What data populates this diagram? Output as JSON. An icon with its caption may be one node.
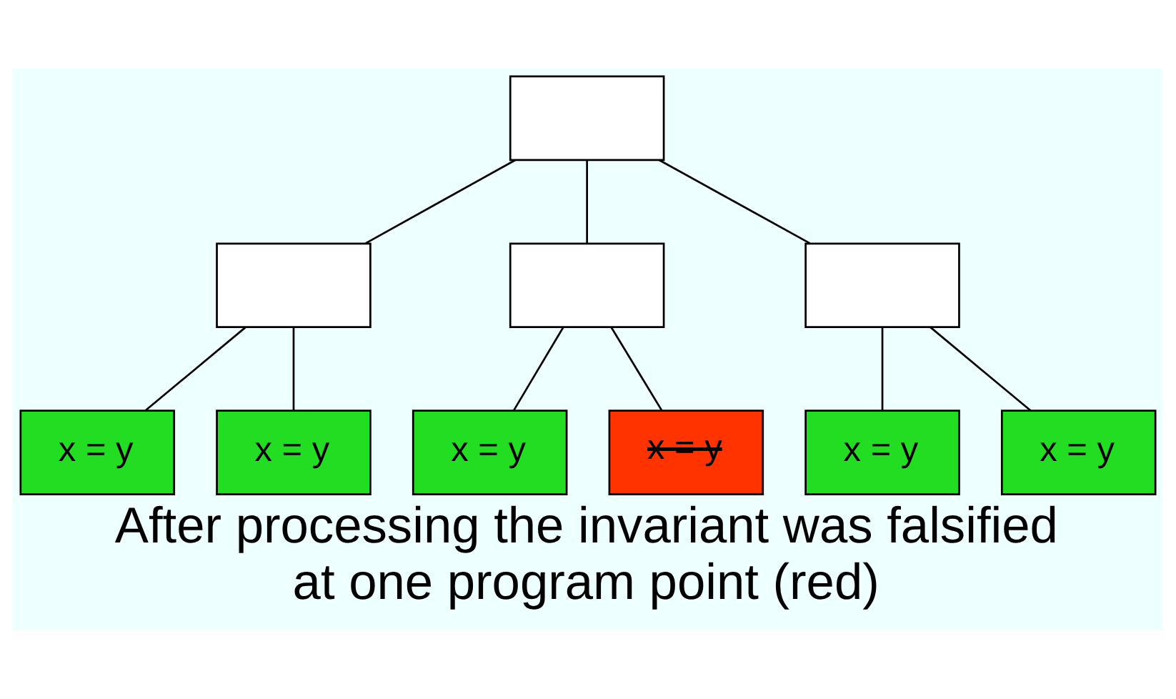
{
  "diagram": {
    "caption": "After processing the invariant was falsified at one program point (red)",
    "nodes": [
      {
        "text": [],
        "shape": "box"
      },
      {
        "text": [],
        "shape": "box"
      },
      {
        "text": [],
        "shape": "box"
      },
      {
        "text": [],
        "shape": "box"
      },
      {
        "text": [
          "x = y"
        ]
      },
      {
        "text": [
          "x = y"
        ]
      },
      {
        "text": [
          "x = y"
        ]
      },
      {
        "text": [
          "x = y"
        ]
      },
      {
        "text": [
          "x = y"
        ]
      },
      {
        "text": [
          "x = y"
        ]
      }
    ],
    "edges": [
      {
        "from": 0,
        "to": 1,
        "arrow": "none"
      },
      {
        "from": 0,
        "to": 2,
        "arrow": "none"
      },
      {
        "from": 0,
        "to": 3,
        "arrow": "none"
      },
      {
        "from": 1,
        "to": 4,
        "arrow": "none"
      },
      {
        "from": 1,
        "to": 5,
        "arrow": "none"
      },
      {
        "from": 2,
        "to": 6,
        "arrow": "none"
      },
      {
        "from": 2,
        "to": 7,
        "arrow": "none"
      },
      {
        "from": 3,
        "to": 8,
        "arrow": "none"
      },
      {
        "from": 3,
        "to": 9,
        "arrow": "none"
      }
    ]
  }
}
